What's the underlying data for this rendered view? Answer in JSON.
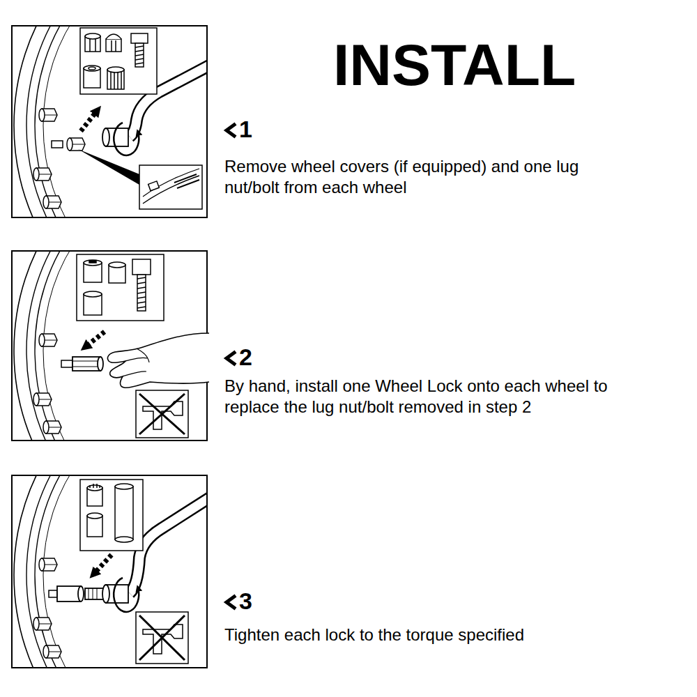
{
  "diagram": {
    "title": "INSTALL",
    "labels": [
      "1",
      "Remove wheel covers (if equipped) and one lug nut/bolt from each wheel",
      "2",
      "By hand, install one Wheel Lock onto each wheel to replace the lug nut/bolt removed in step 2",
      "3",
      "Tighten each lock to the torque specified"
    ]
  }
}
